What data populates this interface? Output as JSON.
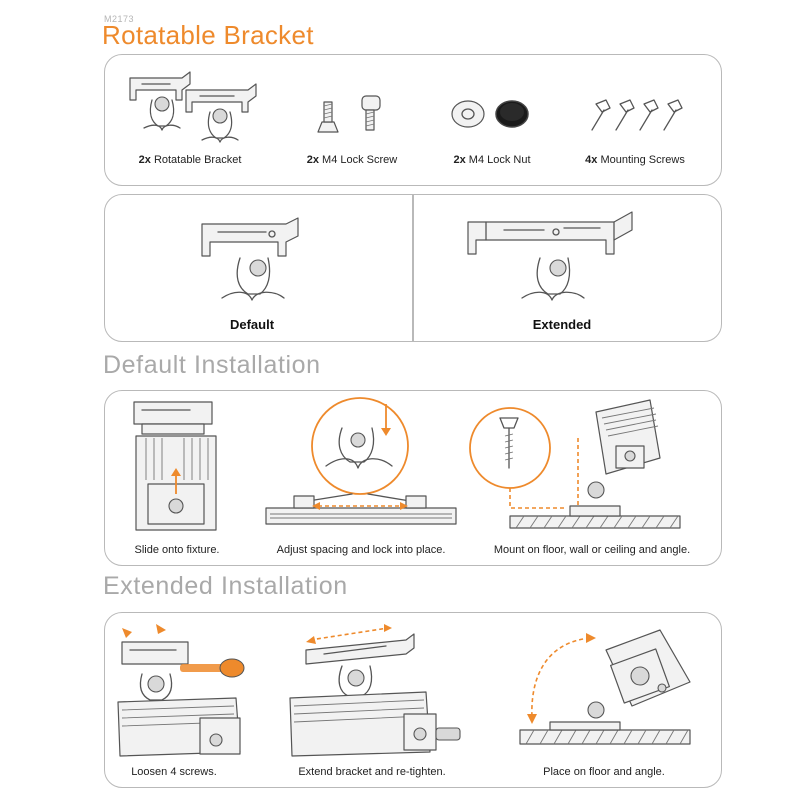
{
  "header": {
    "code": "M2173",
    "title": "Rotatable Bracket"
  },
  "contents": {
    "items": [
      {
        "qty": "2x",
        "label": "Rotatable Bracket"
      },
      {
        "qty": "2x",
        "label": "M4 Lock Screw"
      },
      {
        "qty": "2x",
        "label": "M4 Lock Nut"
      },
      {
        "qty": "4x",
        "label": "Mounting Screws"
      }
    ]
  },
  "modes": {
    "default_label": "Default",
    "extended_label": "Extended"
  },
  "default_installation": {
    "title": "Default Installation",
    "steps": [
      "Slide onto fixture.",
      "Adjust spacing and lock into place.",
      "Mount on floor, wall or ceiling and angle."
    ]
  },
  "extended_installation": {
    "title": "Extended Installation",
    "steps": [
      "Loosen 4 screws.",
      "Extend bracket and re-tighten.",
      "Place on floor and angle."
    ]
  },
  "colors": {
    "accent": "#ee8a2c",
    "heading_gray": "#a9a9a9",
    "border": "#b9b9b9"
  }
}
